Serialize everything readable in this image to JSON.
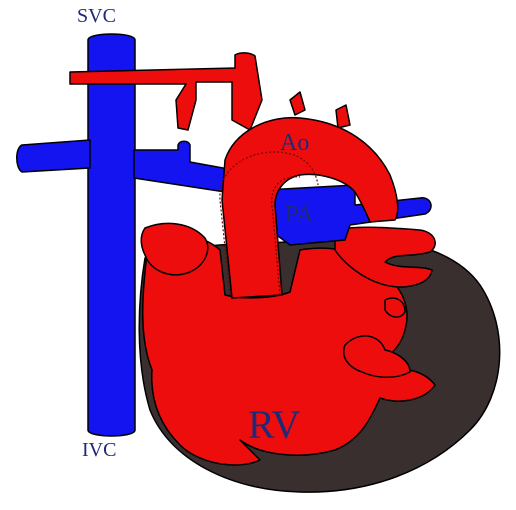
{
  "labels": {
    "svc": "SVC",
    "ao": "Ao",
    "pa": "PA",
    "rv": "RV",
    "ivc": "IVC"
  },
  "colors": {
    "venous_blue": "#1414f0",
    "arterial_red": "#ee0d0d",
    "myocardium_dark": "#3a2f2f",
    "label_text": "#1e2a78",
    "background": "#ffffff"
  }
}
